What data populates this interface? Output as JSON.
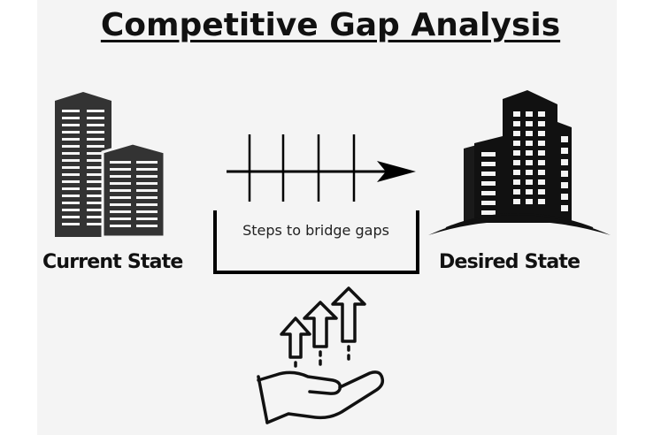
{
  "title": "Competitive Gap Analysis",
  "current_state": {
    "label": "Current State",
    "icon": "office-buildings-icon"
  },
  "desired_state": {
    "label": "Desired State",
    "icon": "modern-skyscraper-icon"
  },
  "bridge": {
    "label": "Steps to bridge gaps",
    "steps_count": 4
  },
  "growth": {
    "icon": "hand-with-rising-arrows-icon"
  }
}
